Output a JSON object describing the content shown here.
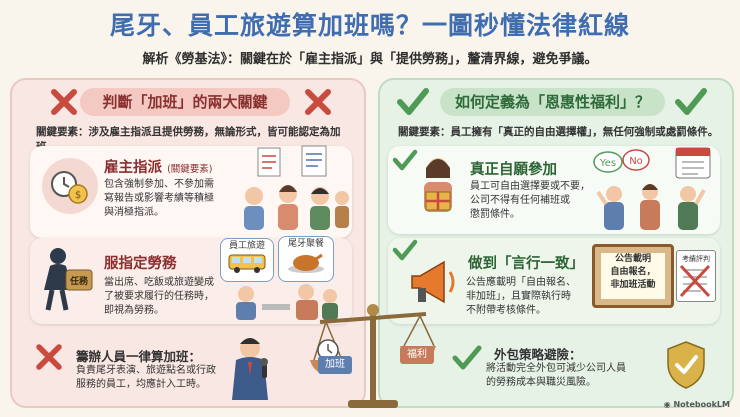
{
  "title": "尾牙、員工旅遊算加班嗎？一圖秒懂法律紅線",
  "subtitle": "解析《勞基法》：關鍵在於「雇主指派」與「提供勞務」，釐清界線，避免爭議。",
  "left": {
    "heading": "判斷「加班」的兩大關鍵",
    "key_point": "關鍵要素：涉及雇主指派且提供勞務，無論形式，皆可能認定為加班。",
    "card1": {
      "title": "雇主指派",
      "tag": "(關鍵要素)",
      "body": [
        "包含強制參加、不參加需",
        "寫報告或影響考績等積極",
        "與消極指派。"
      ]
    },
    "card2": {
      "title": "服指定勞務",
      "body": [
        "當出席、吃飯或旅遊變成",
        "了被要求履行的任務時，",
        "即視為勞務。"
      ],
      "bubble1": "員工旅遊",
      "bubble2": "尾牙聚餐",
      "badge": "任務"
    },
    "card3": {
      "title": "籌辦人員一律算加班：",
      "body": [
        "負責尾牙表演、旅遊點名或行政",
        "服務的員工，均應計入工時。"
      ]
    },
    "scale_label": "加班"
  },
  "right": {
    "heading": "如何定義為「恩惠性福利」？",
    "key_point": "關鍵要素：員工擁有「真正的自由選擇權」，無任何強制或處罰條件。",
    "card1": {
      "title": "真正自願參加",
      "body": [
        "員工可自由選擇要或不要，",
        "公司不得有任何補班或",
        "懲罰條件。"
      ],
      "yes": "Yes",
      "no": "No"
    },
    "card2": {
      "title": "做到「言行一致」",
      "body": [
        "公告應載明「自由報名、",
        "非加班」，且實際執行時",
        "不附帶考核條件。"
      ],
      "board": [
        "公告載明",
        "自由報名，",
        "非加班活動"
      ],
      "clipboard": "考績評判"
    },
    "card3": {
      "title": "外包策略避險：",
      "body": [
        "將活動完全外包可減少公司人員",
        "的勞務成本與職災風險。"
      ]
    },
    "scale_label": "福利"
  },
  "footer": "NotebookLM",
  "colors": {
    "red": "#c94a3f",
    "green": "#4f9a55",
    "title": "#3f6db0"
  }
}
